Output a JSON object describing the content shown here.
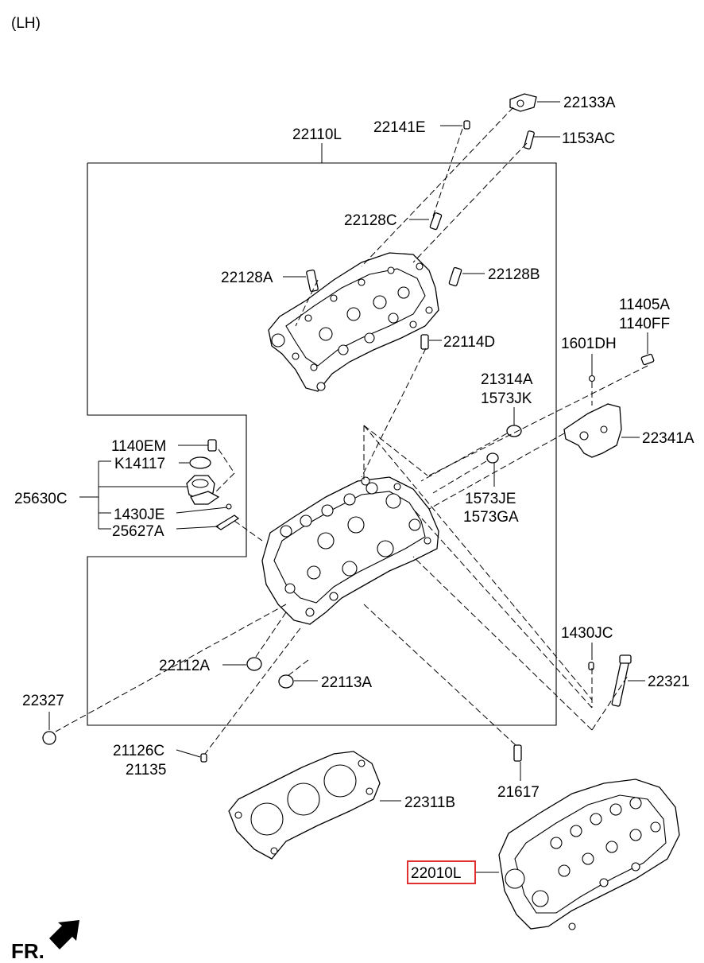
{
  "view_label": "(LH)",
  "front_label": "FR.",
  "highlight_color": "#e03030",
  "callouts": {
    "c22133A": "22133A",
    "c1153AC": "1153AC",
    "c22141E": "22141E",
    "c22110L": "22110L",
    "c22128C": "22128C",
    "c22128B": "22128B",
    "c22128A": "22128A",
    "c11405A": "11405A",
    "c1140FF": "1140FF",
    "c22114D": "22114D",
    "c1601DH": "1601DH",
    "c21314A": "21314A",
    "c1573JK": "1573JK",
    "c22341A": "22341A",
    "c1140EM": "1140EM",
    "cK14117": "K14117",
    "c25630C": "25630C",
    "c1573JE": "1573JE",
    "c1573GA": "1573GA",
    "c1430JE": "1430JE",
    "c25627A": "25627A",
    "c1430JC": "1430JC",
    "c22112A": "22112A",
    "c22321": "22321",
    "c22327": "22327",
    "c22113A": "22113A",
    "c21126C": "21126C",
    "c21135": "21135",
    "c21617": "21617",
    "c22311B": "22311B",
    "c22010L": "22010L"
  }
}
